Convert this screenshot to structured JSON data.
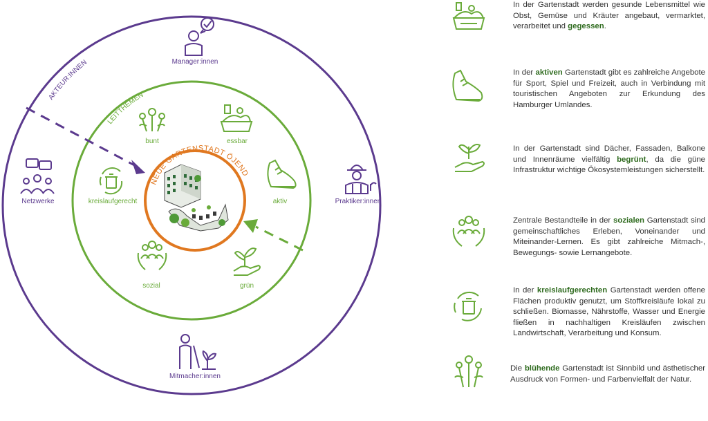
{
  "diagram": {
    "outer_ring_label": "AKTEUR:INNEN",
    "inner_ring_label": "LEITTHEMEN",
    "center_label": "NEUE GARTENSTADT ÖJENDORF",
    "actors": {
      "manager": "Manager:innen",
      "netzwerke": "Netzwerke",
      "praktiker": "Praktiker:innen",
      "mitmacher": "Mitmacher:innen"
    },
    "themes": {
      "bunt": "bunt",
      "essbar": "essbar",
      "aktiv": "aktiv",
      "gruen": "grün",
      "sozial": "sozial",
      "kreislaufgerecht": "kreislaufgerecht"
    }
  },
  "colors": {
    "purple": "#5b3a8e",
    "green": "#6aab3a",
    "orange": "#e07820",
    "dark_green": "#2f6b1f"
  },
  "descriptions": [
    {
      "icon": "vegetables-basket-icon",
      "pre": "In der Gartenstadt werden gesunde Lebensmittel wie Obst, Gemüse und Kräuter angebaut, vermarktet, verarbeitet und ",
      "bold": "gegessen",
      "post": "."
    },
    {
      "icon": "running-shoe-icon",
      "pre": "In der ",
      "bold": "aktiven",
      "post": " Gartenstadt gibt es zahlreiche Angebote für Sport, Spiel und Freizeit, auch in Verbindung mit touristischen Angeboten zur Erkundung des Hamburger Umlandes."
    },
    {
      "icon": "hand-plant-icon",
      "pre": "In der Gartenstadt sind Dächer, Fassaden, Balkone und Innenräume vielfältig ",
      "bold": "begrünt",
      "post": ", da die güne Infrastruktur wichtige Ökosystemleistungen sicherstellt."
    },
    {
      "icon": "people-hands-icon",
      "pre": "Zentrale Bestandteile in der ",
      "bold": "sozialen",
      "post": " Gartenstadt sind gemeinschaftliches Erleben, Voneinander und Miteinander-Lernen. Es gibt zahlreiche Mitmach-, Bewegungs- sowie Lernangebote."
    },
    {
      "icon": "recycling-bin-icon",
      "pre": "In der ",
      "bold": "kreislaufgerechten",
      "post": " Gartenstadt werden offene Flächen produktiv genutzt, um Stoffkreisläufe lokal zu schließen. Biomasse, Nährstoffe, Wasser und Energie fließen in nachhaltigen Kreisläufen zwischen Landwirtschaft, Verarbeitung und Konsum."
    },
    {
      "icon": "flowers-icon",
      "pre": "Die ",
      "bold": "blühende",
      "post": " Gartenstadt ist Sinnbild und ästhetischer Ausdruck von Formen- und Farbenvielfalt der Natur."
    }
  ]
}
